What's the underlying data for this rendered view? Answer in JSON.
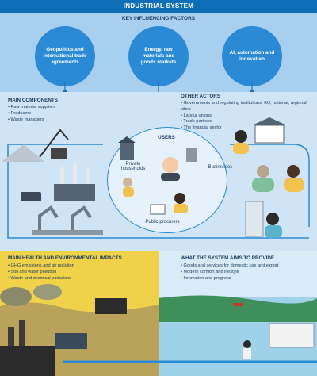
{
  "title": "INDUSTRIAL SYSTEM",
  "influencing_factors": {
    "heading": "KEY INFLUENCING FACTORS",
    "items": [
      "Geopolitics and international trade agreements",
      "Energy, raw materials and goods markets",
      "AI, automation and innovation"
    ]
  },
  "main_components": {
    "heading": "MAIN COMPONENTS",
    "items": [
      "Raw material suppliers",
      "Producers",
      "Waste managers"
    ]
  },
  "other_actors": {
    "heading": "OTHER ACTORS",
    "items": [
      "Governments and regulating institutions: EU, national, regional, cities",
      "Labour unions",
      "Trade partners",
      "The financial sector"
    ]
  },
  "users": {
    "heading": "USERS",
    "private": "Private households",
    "businesses": "Businesses",
    "public": "Public procurers"
  },
  "impacts": {
    "heading": "MAIN HEALTH AND ENVIRONMENTAL IMPACTS",
    "items": [
      "GHG emissions and air pollution",
      "Soil and water pollution",
      "Waste and chemical emissions"
    ]
  },
  "aims": {
    "heading": "WHAT THE SYSTEM AIMS TO PROVIDE",
    "items": [
      "Goods and services for domestic use and export",
      "Modern comfort and lifestyle",
      "Innovation and progress"
    ]
  },
  "colors": {
    "title_bar": "#0d6fb8",
    "factor_circle": "#2a8ad6",
    "top_band": "#a9cfee",
    "mid_band": "#cfe5f6",
    "impacts_band": "#f0d24a",
    "aims_band": "#d9ebf7"
  }
}
